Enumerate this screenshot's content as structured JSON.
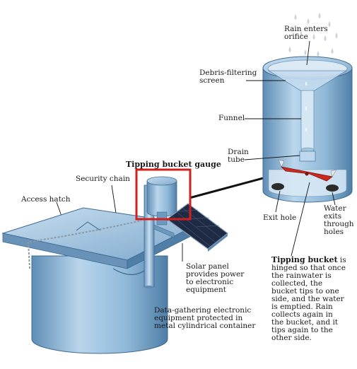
{
  "title": "Tipping bucket gauge",
  "labels": {
    "rain_enters": "Rain enters\norifice",
    "debris_screen": "Debris-filtering\nscreen",
    "funnel": "Funnel",
    "drain_tube": "Drain\ntube",
    "security_chain": "Security chain",
    "access_hatch": "Access hatch",
    "exit_hole": "Exit hole",
    "water_exits": "Water\nexits\nthrough\nholes",
    "solar_panel": "Solar panel\nprovides power\nto electronic\nequipment",
    "data_equipment": "Data-gathering electronic\nequipment protected in\nmetal cylindrical container"
  },
  "tipping_bucket": {
    "title": "Tipping bucket",
    "text": " is\nhinged so that once\nthe rainwater is\ncollected, the\nbucket tips to one\nside, and the water\nis emptied. Rain\ncollects again in\nthe bucket, and it\ntips again to the\nother side."
  },
  "colors": {
    "metal": "#8fb8d8",
    "metal_dark": "#5a86ad",
    "highlight_box": "#d0201e",
    "bucket": "#cc2a1e"
  }
}
